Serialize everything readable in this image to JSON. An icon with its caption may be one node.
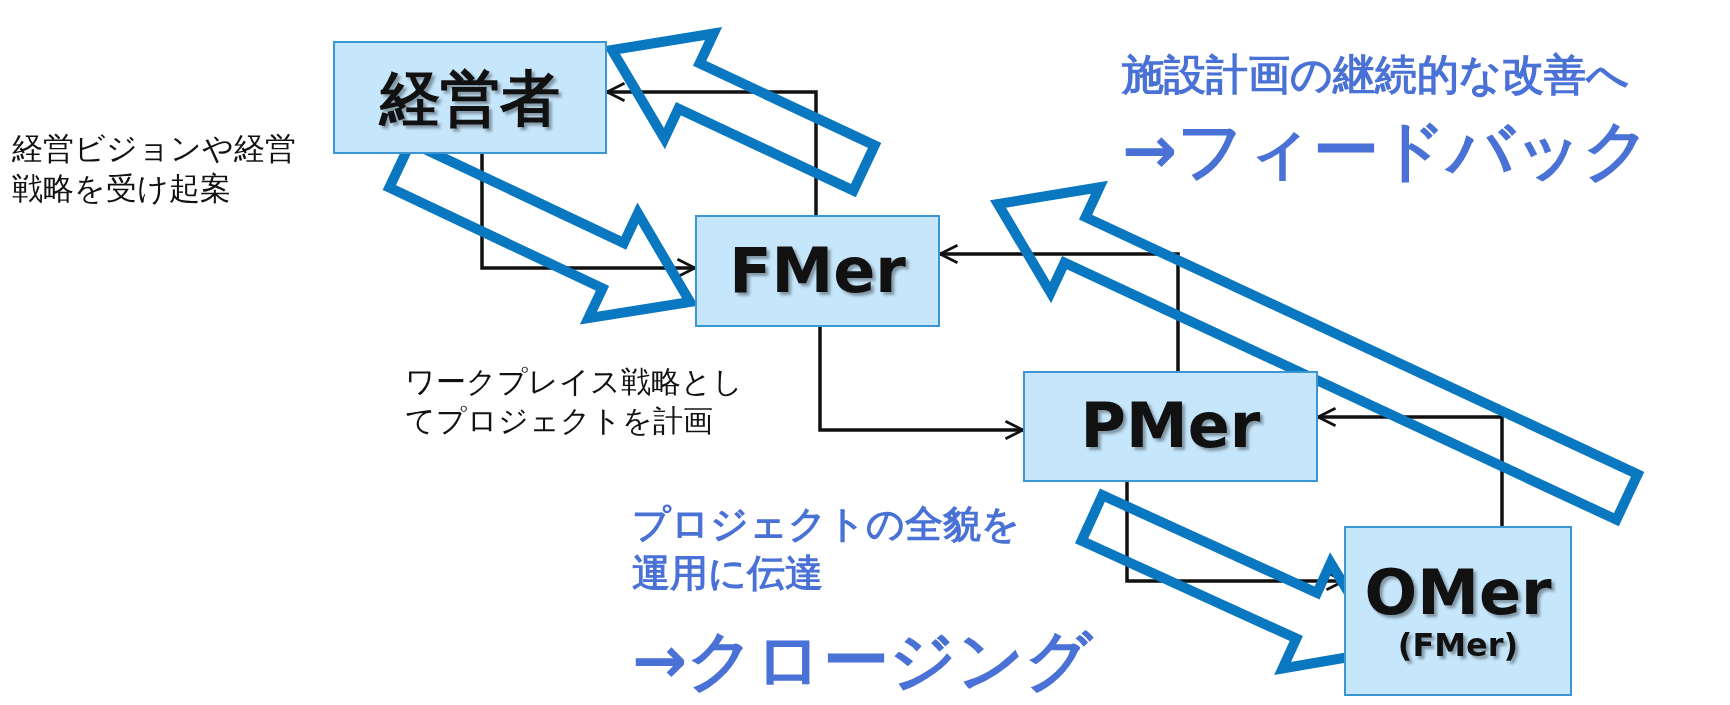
{
  "diagram": {
    "nodes": [
      {
        "text": [
          "経営者"
        ]
      },
      {
        "text": [
          "FMer"
        ]
      },
      {
        "text": [
          "PMer"
        ]
      },
      {
        "text": [
          "OMer",
          "(FMer)"
        ]
      }
    ],
    "edges": [
      {
        "from": 0,
        "to": 1,
        "arrow": "to"
      },
      {
        "from": 1,
        "to": 0,
        "arrow": "to"
      },
      {
        "from": 1,
        "to": 2,
        "arrow": "to"
      },
      {
        "from": 2,
        "to": 1,
        "arrow": "to"
      },
      {
        "from": 2,
        "to": 3,
        "arrow": "to"
      },
      {
        "from": 3,
        "to": 2,
        "arrow": "to"
      },
      {
        "from": 0,
        "to": 1,
        "arrow": "to",
        "style": "thick",
        "color": "#0a78c0"
      },
      {
        "from": 1,
        "to": 0,
        "arrow": "to",
        "style": "thick",
        "color": "#0a78c0"
      },
      {
        "from": 3,
        "to": 1,
        "arrow": "to",
        "style": "thick",
        "color": "#0a78c0"
      },
      {
        "from": 2,
        "to": 3,
        "arrow": "to",
        "style": "thick",
        "color": "#0a78c0"
      }
    ],
    "labels": [
      "経営ビジョンや経営戦略を受け起案",
      "ワークプレイス戦略としてプロジェクトを計画",
      "施設計画の継続的な改善へ",
      "→フィードバック",
      "プロジェクトの全貌を運用に伝達",
      "→クロージング"
    ]
  }
}
